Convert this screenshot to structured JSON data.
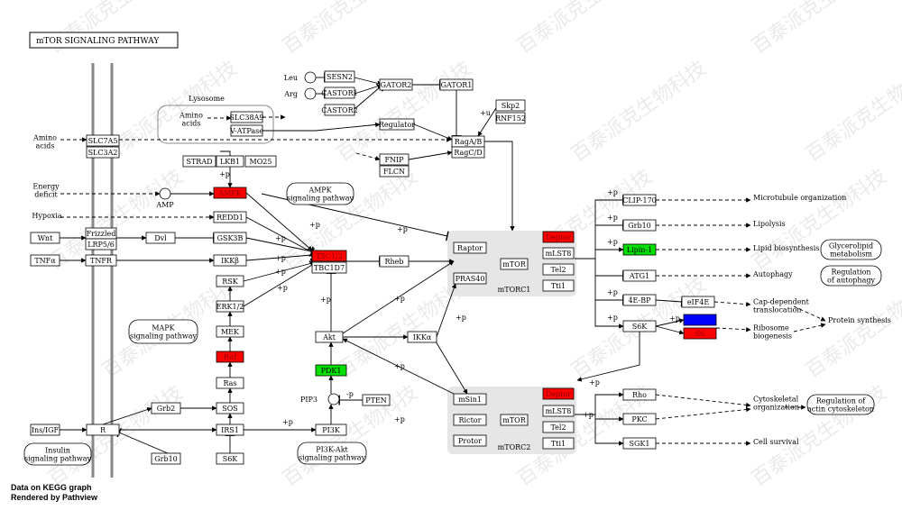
{
  "title": "mTOR SIGNALING PATHWAY",
  "footer": {
    "line1": "Data on KEGG graph",
    "line2": "Rendered by Pathview"
  },
  "watermark": "百泰派克生物科技",
  "colors": {
    "up": "#ff0000",
    "down": "#00e000",
    "blue": "#0000ff",
    "complex_bg": "#e6e6e6",
    "box": "#ffffff"
  },
  "nodes": {
    "slc7a5": "SLC7A5",
    "slc3a2": "SLC3A2",
    "slc38a9": "SLC38A9",
    "vatpase": "V-ATPase",
    "sesn2": "SESN2",
    "castor1": "CASTOR1",
    "castor2": "CASTOR2",
    "gator2": "GATOR2",
    "gator1": "GATOR1",
    "skp2": "Skp2",
    "rnf152": "RNF152",
    "regulator": "Regulator",
    "ragab": "RagA/B",
    "ragcd": "RagC/D",
    "fnip": "FNIP",
    "flcn": "FLCN",
    "strad": "STRAD",
    "lkb1": "LKB1",
    "mo25": "MO25",
    "ampk": "AMPK",
    "redd1": "REDD1",
    "frizzled": "Frizzled",
    "lrp56": "LRP5/6",
    "wnt": "Wnt",
    "dvl": "Dvl",
    "gsk3b": "GSK3B",
    "tnfa": "TNFα",
    "tnfr": "TNFR",
    "ikkb": "IKKβ",
    "tsc12": "TSC1/2",
    "tbc1d7": "TBC1D7",
    "rheb": "Rheb",
    "rsk": "RSK",
    "erk12": "ERK1/2",
    "mek": "MEK",
    "raf": "Raf",
    "ras": "Ras",
    "sos": "SOS",
    "grb2": "Grb2",
    "insigf": "Ins/IGF",
    "r": "R",
    "irs1": "IRS1",
    "s6k_left": "S6K",
    "grb10_left": "Grb10",
    "akt": "Akt",
    "pdk1": "PDK1",
    "pten": "PTEN",
    "pi3k": "PI3K",
    "ikka": "IKKα",
    "raptor": "Raptor",
    "pras40": "PRAS40",
    "mtor1": "mTOR",
    "deptor1": "Deptor",
    "mlst8_1": "mLST8",
    "tel2_1": "Tel2",
    "tti1_1": "Tti1",
    "msin1": "mSin1",
    "rictor": "Rictor",
    "protor": "Protor",
    "mtor2": "mTOR",
    "deptor2": "Deptor",
    "mlst8_2": "mLST8",
    "tel2_2": "Tel2",
    "tti1_2": "Tti1",
    "clip170": "CLIP-170",
    "grb10_right": "Grb10",
    "lipin1": "Lipin-1",
    "atg1": "ATG1",
    "4ebp": "4E-BP",
    "eif4e": "eIF4E",
    "s6k_right": "S6K",
    "eif4b": "eIF4B",
    "s6": "S6",
    "rho": "Rho",
    "pkc": "PKC",
    "sgk1": "SGK1"
  },
  "labels": {
    "lysosome": "Lysosome",
    "amino_acids": "Amino\nacids",
    "amino_acids_left": "Amino\nacids",
    "leu": "Leu",
    "arg": "Arg",
    "energy_deficit": "Energy\ndeficit",
    "amp": "AMP",
    "hypoxia": "Hypoxia",
    "pip3": "PIP3",
    "mtorc1": "mTORC1",
    "mtorc2": "mTORC2",
    "microtubule": "Microtubule organization",
    "lipolysis": "Lipolysis",
    "lipid_bio": "Lipid biosynthesis",
    "autophagy": "Autophagy",
    "cap_dep": "Cap-dependent\ntranslocation",
    "ribosome": "Ribosome\nbiogenesis",
    "protein_syn": "Protein synthesis",
    "cytoskeletal": "Cytoskeletal\norganization",
    "cell_survival": "Cell survival"
  },
  "pathways": {
    "ampk_pw": "AMPK\nsignaling pathway",
    "mapk_pw": "MAPK\nsignaling pathway",
    "insulin_pw": "Insulin\nsignaling pathway",
    "pi3k_pw": "PI3K-Akt\nsignaling pathway",
    "glycerolipid_pw": "Glycerolipid\nmetabolism",
    "autophagy_pw": "Regulation\nof autophagy",
    "actin_pw": "Regulation of\nactin cytoskeleton"
  },
  "edge_labels": {
    "p": "+p",
    "u": "+u",
    "mp": "-p"
  }
}
